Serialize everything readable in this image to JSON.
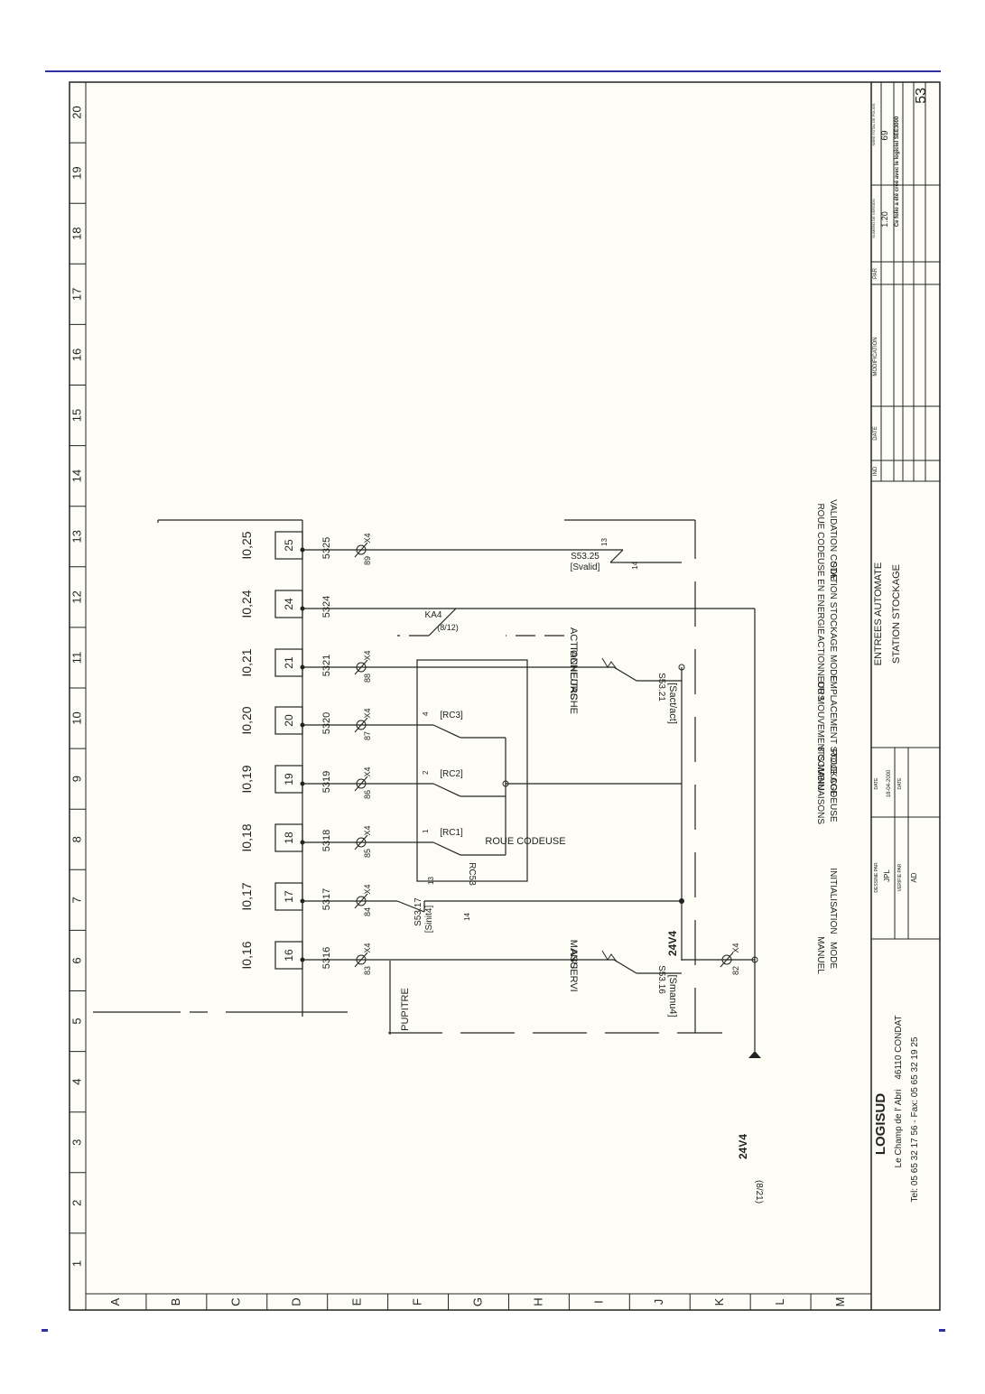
{
  "columns": [
    "1",
    "2",
    "3",
    "4",
    "5",
    "6",
    "7",
    "8",
    "9",
    "10",
    "11",
    "12",
    "13",
    "14",
    "15",
    "16",
    "17",
    "18",
    "19",
    "20"
  ],
  "rows": [
    "A",
    "B",
    "C",
    "D",
    "E",
    "F",
    "G",
    "H",
    "I",
    "J",
    "K",
    "L",
    "M"
  ],
  "terminals": [
    {
      "num": "16",
      "input": "I0,16",
      "wire": "5316",
      "term": "83",
      "x": "X4"
    },
    {
      "num": "17",
      "input": "I0,17",
      "wire": "5317",
      "term": "84",
      "x": "X4"
    },
    {
      "num": "18",
      "input": "I0,18",
      "wire": "5318",
      "term": "85",
      "x": "X4"
    },
    {
      "num": "19",
      "input": "I0,19",
      "wire": "5319",
      "term": "86",
      "x": "X4"
    },
    {
      "num": "20",
      "input": "I0,20",
      "wire": "5320",
      "term": "87",
      "x": "X4"
    },
    {
      "num": "21",
      "input": "I0,21",
      "wire": "5321",
      "term": "88",
      "x": "X4"
    },
    {
      "num": "24",
      "input": "I0,24",
      "wire": "5324",
      "term": "",
      "x": ""
    },
    {
      "num": "25",
      "input": "I0,25",
      "wire": "5325",
      "term": "89",
      "x": "X4"
    }
  ],
  "devices": {
    "s5316": {
      "ref": "S53.16",
      "tag": "[Smanu4]",
      "label1": "ASSERVI",
      "label2": "MANU"
    },
    "s5317": {
      "ref": "S53.17",
      "tag": "[Sinit4]",
      "n1": "13",
      "n2": "14"
    },
    "rc53": {
      "ref": "RC53",
      "name": "ROUE CODEUSE",
      "rc1": "[RC1]",
      "rc2": "[RC2]",
      "rc3": "[RC3]",
      "n1": "1",
      "n2": "2",
      "n3": "4"
    },
    "s5321": {
      "ref": "S53.21",
      "tag": "[Sact/act]",
      "label1": "TACHE/TACHE",
      "label2": "ACTIONNEURS"
    },
    "ka4": {
      "ref": "KA4",
      "tag": "(8/12)"
    },
    "s5325": {
      "ref": "S53.25",
      "tag": "[Svalid]",
      "n1": "13",
      "n2": "14"
    },
    "bus": "24V4",
    "bus_term": "82",
    "bus_x": "X4",
    "bus_ref": "(8/21)",
    "pupitre": "PUPITRE"
  },
  "functions": [
    {
      "lines": [
        "MODE",
        "MANUEL"
      ]
    },
    {
      "lines": [
        "INITIALISATION"
      ]
    },
    {
      "lines": [
        "ROUE CODEUSE",
        "8 COMBINAISONS"
      ]
    },
    {
      "lines": [
        "EMPLACEMENT STOCKAGE",
        "OU MOUVEMENTS MANU"
      ]
    },
    {
      "lines": [
        "MODE",
        "ACTIONNEURS"
      ]
    },
    {
      "lines": [
        "STATION STOCKAGE",
        "EN ENERGIE"
      ]
    },
    {
      "lines": [
        "VALIDATION CODE",
        "ROUE CODEUSE"
      ]
    }
  ],
  "title_block": {
    "company": "LOGISUD",
    "addr_street": "Le Champ de l' Abri",
    "addr_city": "46110 CONDAT",
    "phone": "Tel: 05 65 32 17 56  -  Fax: 05 65 32 19 25",
    "title1": "ENTREES AUTOMATE",
    "title2": "STATION STOCKAGE",
    "dessine_label": "DESSINE PAR",
    "dessine_value": "JPL",
    "verifie_label": "VERIFIE PAR",
    "verifie_value": "AD",
    "date_label": "DATE",
    "date_value": "18-04-2000",
    "date2_label": "DATE",
    "rev_headers": [
      "IND",
      "DATE",
      "MODIFICATION",
      "PAR"
    ],
    "version_label": "NUMERO DE VERSION",
    "version_value": "1.20",
    "total_label": "NBRE TOTAL DE FOLIOS",
    "total_value": "69",
    "note": "Ce folio a été créé avec le logiciel SEE3000",
    "sheet": "53"
  },
  "colors": {
    "ink": "#222222",
    "paper": "#fdfdf6",
    "rule": "#3030a0"
  }
}
